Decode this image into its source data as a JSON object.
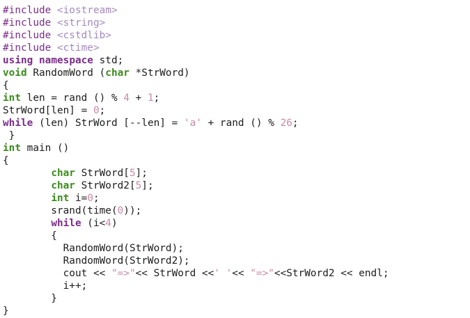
{
  "editor": {
    "lines": [
      [
        {
          "t": "#include ",
          "c": "preproc"
        },
        {
          "t": "<iostream>",
          "c": "include-file"
        }
      ],
      [
        {
          "t": "#include ",
          "c": "preproc"
        },
        {
          "t": "<string>",
          "c": "include-file"
        }
      ],
      [
        {
          "t": "#include ",
          "c": "preproc"
        },
        {
          "t": "<cstdlib>",
          "c": "include-file"
        }
      ],
      [
        {
          "t": "#include ",
          "c": "preproc"
        },
        {
          "t": "<ctime>",
          "c": "include-file"
        }
      ],
      [
        {
          "t": "using",
          "c": "keyword"
        },
        {
          "t": " ",
          "c": "plain"
        },
        {
          "t": "namespace",
          "c": "keyword"
        },
        {
          "t": " std;",
          "c": "plain"
        }
      ],
      [
        {
          "t": "void",
          "c": "type"
        },
        {
          "t": " RandomWord (",
          "c": "plain"
        },
        {
          "t": "char",
          "c": "type"
        },
        {
          "t": " *StrWord)",
          "c": "plain"
        }
      ],
      [
        {
          "t": "{",
          "c": "plain"
        }
      ],
      [
        {
          "t": "int",
          "c": "type"
        },
        {
          "t": " len = rand () % ",
          "c": "plain"
        },
        {
          "t": "4",
          "c": "number"
        },
        {
          "t": " + ",
          "c": "plain"
        },
        {
          "t": "1",
          "c": "number"
        },
        {
          "t": ";",
          "c": "plain"
        }
      ],
      [
        {
          "t": "StrWord[len] = ",
          "c": "plain"
        },
        {
          "t": "0",
          "c": "number"
        },
        {
          "t": ";",
          "c": "plain"
        }
      ],
      [
        {
          "t": "while",
          "c": "keyword"
        },
        {
          "t": " (len) StrWord [--len] = ",
          "c": "plain"
        },
        {
          "t": "'a'",
          "c": "string"
        },
        {
          "t": " + rand () % ",
          "c": "plain"
        },
        {
          "t": "26",
          "c": "number"
        },
        {
          "t": ";",
          "c": "plain"
        }
      ],
      [
        {
          "t": " }",
          "c": "plain"
        }
      ],
      [
        {
          "t": "int",
          "c": "type"
        },
        {
          "t": " main ()",
          "c": "plain"
        }
      ],
      [
        {
          "t": "{",
          "c": "plain"
        }
      ],
      [
        {
          "t": "        ",
          "c": "plain"
        },
        {
          "t": "char",
          "c": "type"
        },
        {
          "t": " StrWord[",
          "c": "plain"
        },
        {
          "t": "5",
          "c": "number"
        },
        {
          "t": "];",
          "c": "plain"
        }
      ],
      [
        {
          "t": "        ",
          "c": "plain"
        },
        {
          "t": "char",
          "c": "type"
        },
        {
          "t": " StrWord2[",
          "c": "plain"
        },
        {
          "t": "5",
          "c": "number"
        },
        {
          "t": "];",
          "c": "plain"
        }
      ],
      [
        {
          "t": "        ",
          "c": "plain"
        },
        {
          "t": "int",
          "c": "type"
        },
        {
          "t": " i=",
          "c": "plain"
        },
        {
          "t": "0",
          "c": "number"
        },
        {
          "t": ";",
          "c": "plain"
        }
      ],
      [
        {
          "t": "        srand(time(",
          "c": "plain"
        },
        {
          "t": "0",
          "c": "number"
        },
        {
          "t": "));",
          "c": "plain"
        }
      ],
      [
        {
          "t": "        ",
          "c": "plain"
        },
        {
          "t": "while",
          "c": "keyword"
        },
        {
          "t": " (i<",
          "c": "plain"
        },
        {
          "t": "4",
          "c": "number"
        },
        {
          "t": ")",
          "c": "plain"
        }
      ],
      [
        {
          "t": "        {",
          "c": "plain"
        }
      ],
      [
        {
          "t": "          RandomWord(StrWord);",
          "c": "plain"
        }
      ],
      [
        {
          "t": "          RandomWord(StrWord2);",
          "c": "plain"
        }
      ],
      [
        {
          "t": "          cout << ",
          "c": "plain"
        },
        {
          "t": "\"=>\"",
          "c": "string"
        },
        {
          "t": "<< StrWord <<",
          "c": "plain"
        },
        {
          "t": "' '",
          "c": "string"
        },
        {
          "t": "<< ",
          "c": "plain"
        },
        {
          "t": "\"=>\"",
          "c": "string"
        },
        {
          "t": "<<StrWord2 << endl;",
          "c": "plain"
        }
      ],
      [
        {
          "t": "          i++;",
          "c": "plain"
        }
      ],
      [
        {
          "t": "        }",
          "c": "plain"
        }
      ],
      [
        {
          "t": "}",
          "c": "plain"
        }
      ]
    ]
  }
}
